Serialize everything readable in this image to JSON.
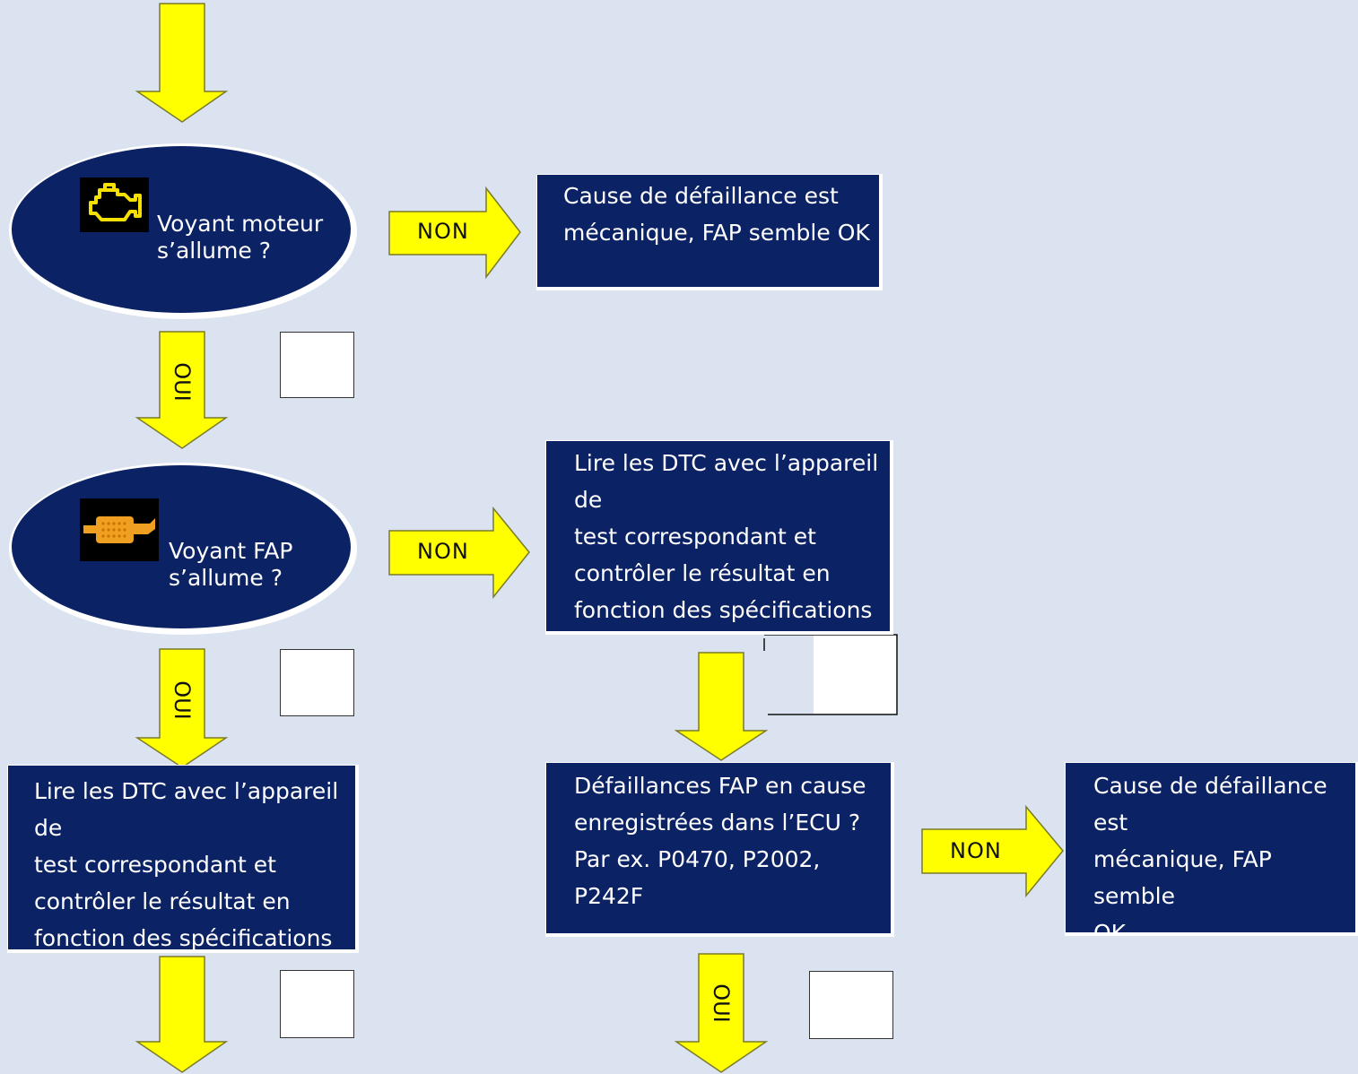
{
  "colors": {
    "background": "#dbe3f0",
    "node_fill": "#0b2265",
    "arrow_fill": "#ffff00",
    "arrow_stroke": "#7a7a2a",
    "node_text": "#ffffff",
    "engine_icon": "#f5e000",
    "dpf_icon": "#f0a020"
  },
  "icons": {
    "engine": "check-engine-icon",
    "dpf": "dpf-warning-icon"
  },
  "nodes": {
    "q_engine": "Voyant moteur\n s’allume ?",
    "q_fap": "Voyant FAP\n s’allume ?",
    "r_mech_1": "Cause de défaillance est\nmécanique, FAP semble OK",
    "dtc_right": "Lire les DTC avec l’appareil de\ntest correspondant et\ncontrôler le résultat en\nfonction des spécifications du\nfabricant",
    "dtc_left": "Lire les DTC avec l’appareil de\ntest correspondant et\ncontrôler le résultat en\nfonction des spécifications du\nfabricant",
    "q_ecu": "Défaillances FAP en cause\nenregistrées dans l’ECU ?\nPar ex. P0470, P2002,\nP242F",
    "r_mech_2": "Cause de défaillance est\nmécanique, FAP semble\nOK"
  },
  "edge_labels": {
    "non": "NON",
    "oui": "OUI"
  }
}
